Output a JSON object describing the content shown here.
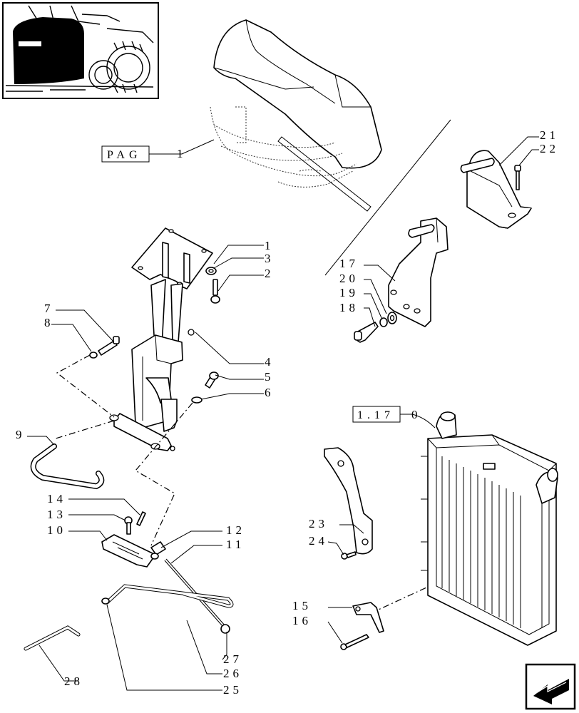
{
  "reference_boxes": {
    "pag": "PAG",
    "ref_1170": "1.17",
    "ref_1170_suffix": "0"
  },
  "callouts": {
    "c1": "1",
    "c2": "2",
    "c3": "3",
    "c4": "4",
    "c5": "5",
    "c6": "6",
    "c7": "7",
    "c8": "8",
    "c9": "9",
    "c10": "10",
    "c11": "11",
    "c12": "12",
    "c13": "13",
    "c14": "14",
    "c15": "15",
    "c16": "16",
    "c17": "17",
    "c18": "18",
    "c19": "19",
    "c20": "20",
    "c21": "21",
    "c22": "22",
    "c23": "23",
    "c24": "24",
    "c25": "25",
    "c26": "26",
    "c27": "27",
    "c28": "28",
    "c1b": "1"
  },
  "icons": {
    "thumbnail": "tractor-thumbnail-icon",
    "navigation": "previous-page-arrow-icon"
  }
}
